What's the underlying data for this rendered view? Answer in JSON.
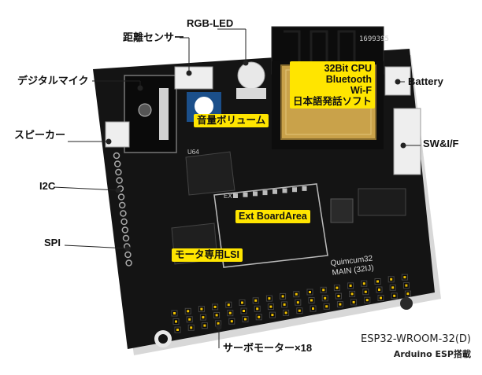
{
  "callouts": {
    "rgb_led": "RGB-LED",
    "distance_sensor": "距離センサー",
    "digital_mic": "デジタルマイク",
    "speaker": "スピーカー",
    "i2c": "I2C",
    "spi": "SPI",
    "battery": "Battery",
    "sw_i_f": "SW&I/F",
    "servo_motor": "サーボモーター×18"
  },
  "highlights": {
    "module_lines": [
      "32Bit CPU",
      "Bluetooth",
      "Wi-F",
      "日本語発話ソフト"
    ],
    "volume": "音量ボリューム",
    "ext_board": "Ext BoardArea",
    "motor_lsi": "モータ専用LSI"
  },
  "caption": {
    "line1": "ESP32-WROOM-32(D)",
    "line2": "Arduino ESP搭載"
  },
  "board_markings": {
    "serial": "1699395",
    "brand": "Quimcum32",
    "model": "MAIN (32IJ)",
    "ext": "EXT.",
    "ic": "U64"
  },
  "colors": {
    "board": "#141414",
    "highlight": "#ffe500",
    "module_shield": "#c9a24a",
    "header_pin": "#f0c000",
    "leader_line": "#222222"
  }
}
